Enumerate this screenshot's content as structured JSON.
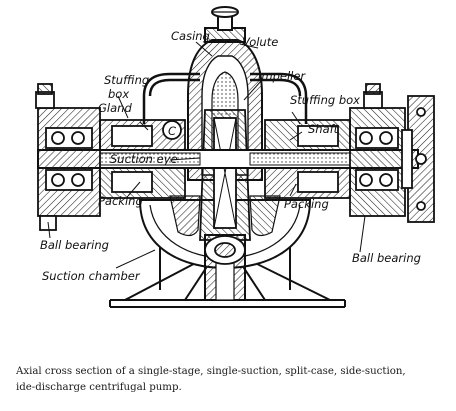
{
  "labels": {
    "casing": "Casing",
    "volute": "Volute",
    "impeller": "Impeller",
    "stuffing_box_left_1": "Stuffing",
    "stuffing_box_left_2": "box",
    "gland": "Gland",
    "stuffing_box_right": "Stuffing box",
    "shaft": "Shaft",
    "c_mark": "C",
    "suction_eye": "Suction eye",
    "packing_left": "Packing",
    "packing_right": "Packing",
    "ball_bearing_left": "Ball bearing",
    "ball_bearing_right": "Ball bearing",
    "suction_chamber": "Suction chamber"
  },
  "caption": {
    "line1": "Axial cross section of a single-stage, single-suction, split-case, side-suction,",
    "line2": "ide-discharge centrifugal pump."
  }
}
